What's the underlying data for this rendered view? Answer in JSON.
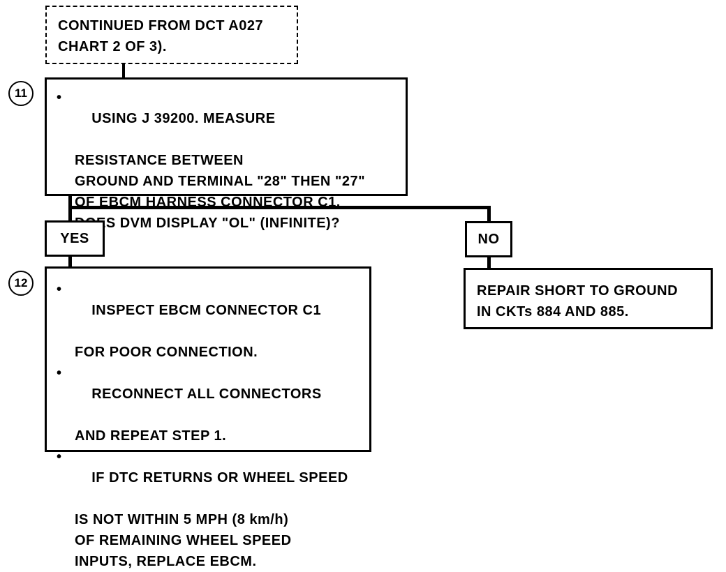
{
  "start_box": {
    "lines": [
      "CONTINUED FROM DCT A027",
      "CHART 2 OF 3)."
    ]
  },
  "step11": {
    "number": "11",
    "bullet": "•",
    "lines": [
      "USING J 39200. MEASURE",
      "RESISTANCE BETWEEN",
      "GROUND AND TERMINAL \"28\" THEN \"27\"",
      "OF EBCM HARNESS CONNECTOR C1.",
      "DOES DVM DISPLAY \"OL\" (INFINITE)?"
    ]
  },
  "yes_label": "YES",
  "no_label": "NO",
  "step12": {
    "number": "12",
    "items": [
      {
        "bullet": "•",
        "lines": [
          "INSPECT EBCM CONNECTOR C1",
          "FOR POOR CONNECTION."
        ]
      },
      {
        "bullet": "•",
        "lines": [
          "RECONNECT ALL CONNECTORS",
          "AND REPEAT STEP 1."
        ]
      },
      {
        "bullet": "•",
        "lines": [
          "IF DTC RETURNS OR WHEEL SPEED",
          "IS NOT WITHIN 5 MPH (8 km/h)",
          "OF REMAINING WHEEL SPEED",
          "INPUTS, REPLACE EBCM."
        ]
      }
    ]
  },
  "no_result": {
    "lines": [
      "REPAIR SHORT TO GROUND",
      "IN CKTs 884 AND 885."
    ]
  }
}
